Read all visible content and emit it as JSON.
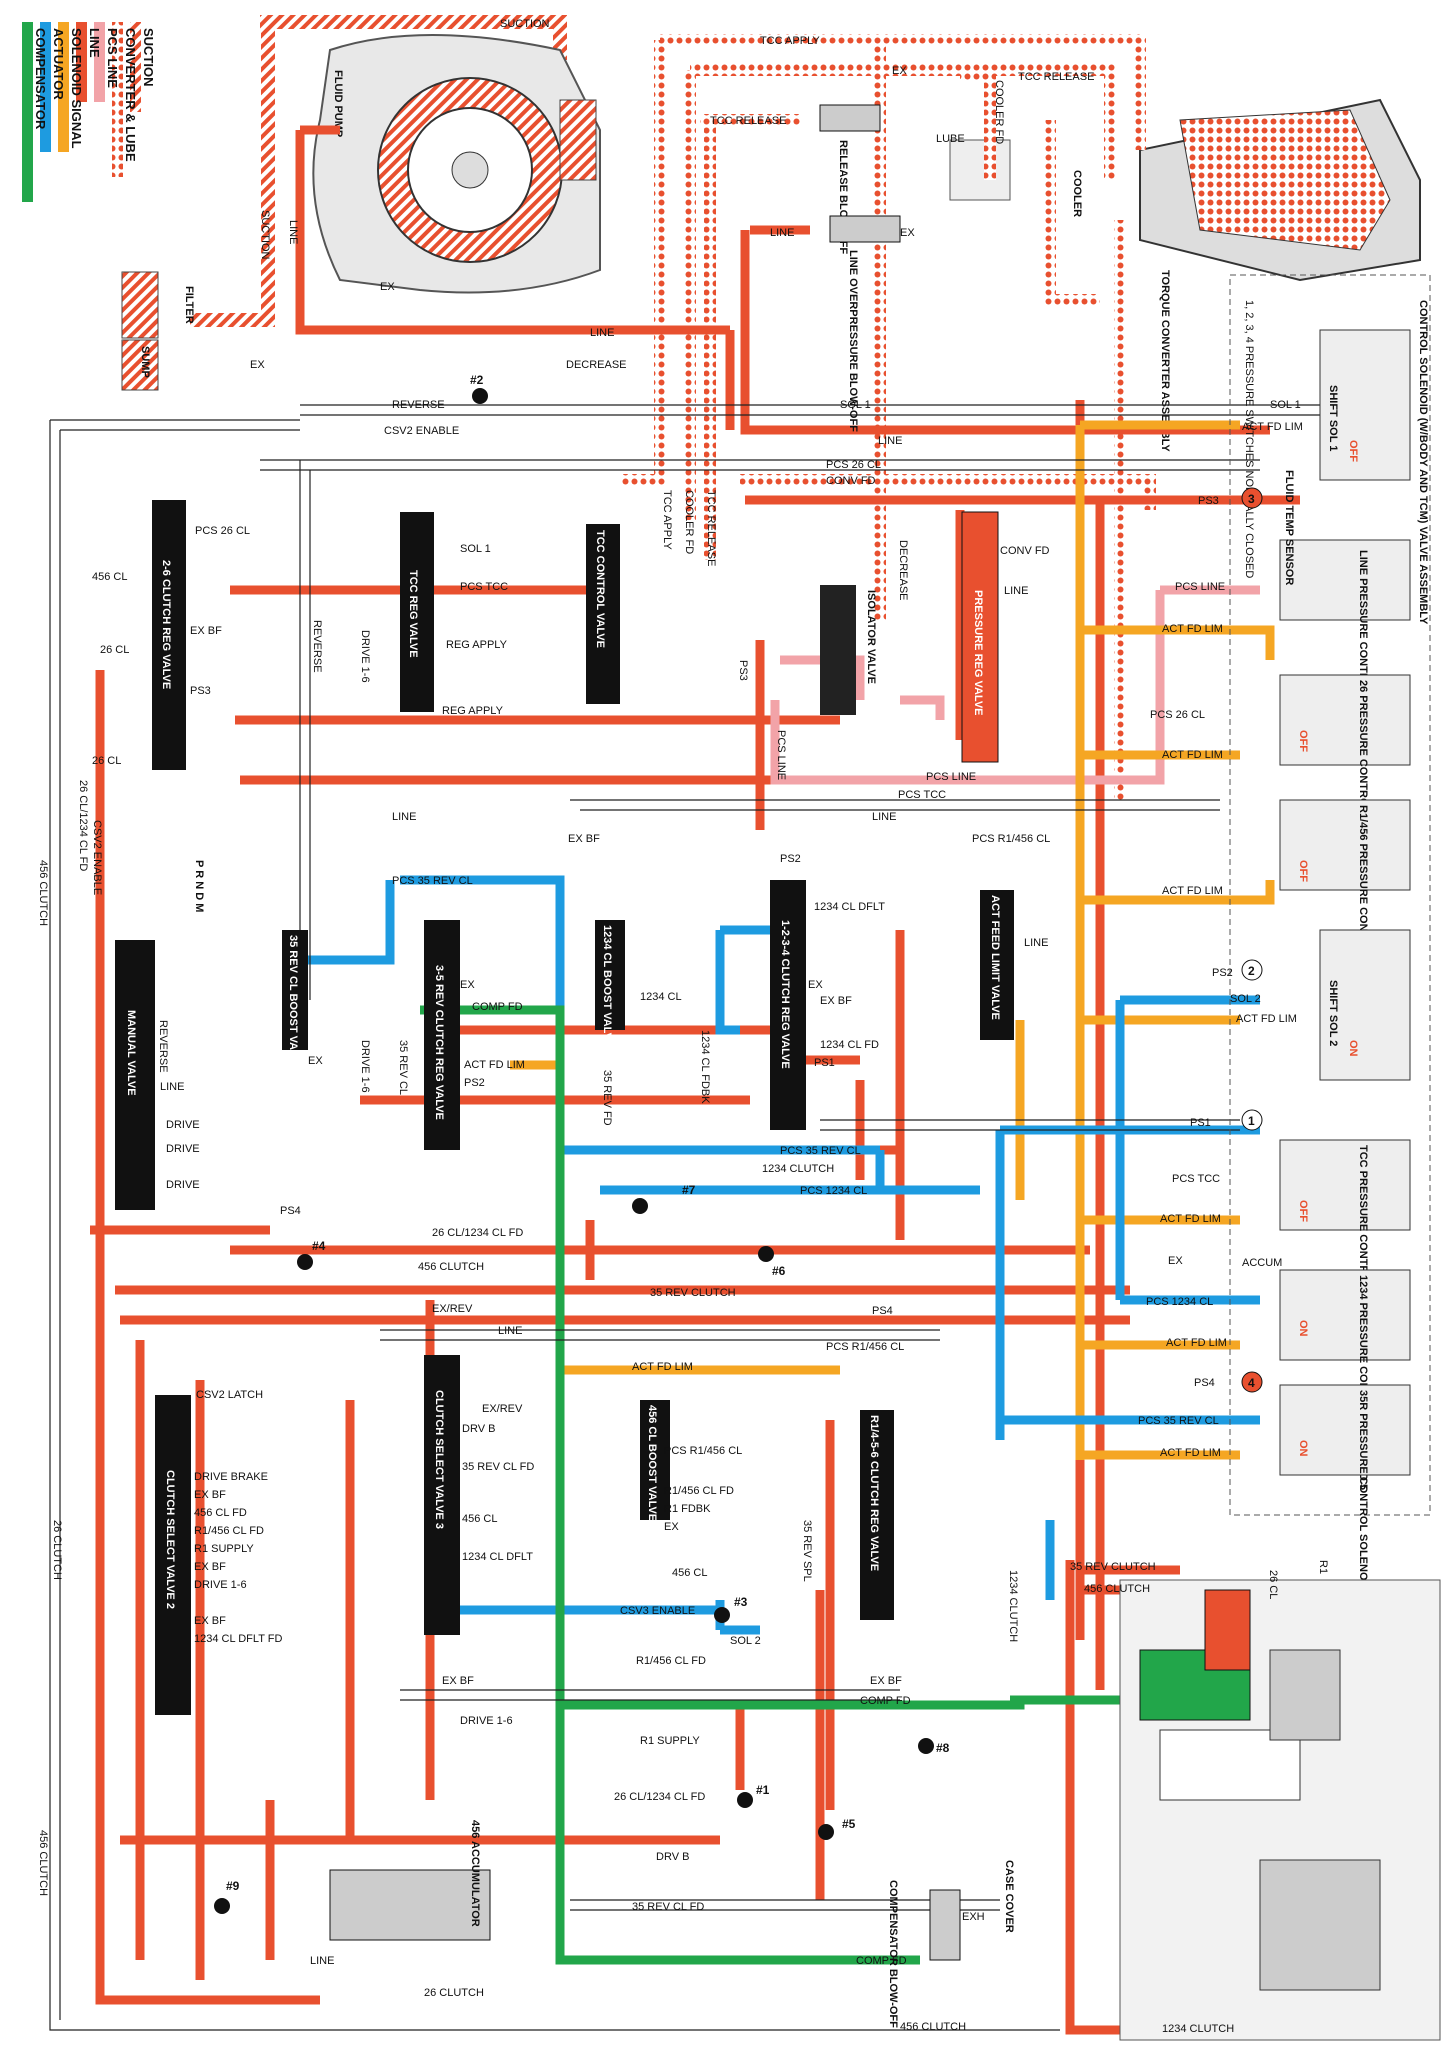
{
  "colors": {
    "suction": "#e8502f",
    "converter_lube": "#e8502f",
    "pcs_line": "#f2a3a8",
    "line": "#e8502f",
    "solenoid_signal": "#f5a623",
    "actuator": "#1e9be0",
    "compensator": "#22a64a",
    "exhaust": "#ffffff",
    "valve": "#111111"
  },
  "legend": [
    {
      "id": "suction",
      "label": "SUCTION",
      "style": "stripe"
    },
    {
      "id": "converter_lube",
      "label": "CONVERTER & LUBE",
      "style": "dots"
    },
    {
      "id": "pcs_line",
      "label": "PCS LINE",
      "style": "solid"
    },
    {
      "id": "line",
      "label": "LINE",
      "style": "solid"
    },
    {
      "id": "solenoid_signal",
      "label": "SOLENOID SIGNAL",
      "style": "solid"
    },
    {
      "id": "actuator",
      "label": "ACTUATOR",
      "style": "solid"
    },
    {
      "id": "compensator",
      "label": "COMPENSATOR",
      "style": "solid"
    }
  ],
  "components": {
    "fluid_pump": "FLUID PUMP",
    "filter": "FILTER",
    "sump": "SUMP",
    "torque_converter": "TORQUE CONVERTER ASSEMBLY",
    "cooler": "COOLER",
    "lube": "LUBE",
    "release_blowoff": "RELEASE BLOW-OFF",
    "line_overpressure": "LINE OVERPRESSURE BLOW-OFF",
    "isolator_valve": "ISOLATOR VALVE",
    "pressure_reg_valve": "PRESSURE REG VALVE",
    "tcc_control_valve": "TCC CONTROL VALVE",
    "tcc_reg_valve": "TCC REG VALVE",
    "clutch_26_reg": "2-6 CLUTCH REG VALVE",
    "manual_valve": "MANUAL VALVE",
    "prndm": "P R N D M",
    "boost_35rev": "35 REV CL BOOST VALVE",
    "rev_clutch_reg": "3-5 REV CLUTCH REG VALVE",
    "boost_1234": "1234 CL BOOST VALVE",
    "clutch_reg_1234": "1-2-3-4 CLUTCH REG VALVE",
    "act_feed_limit": "ACT FEED LIMIT VALVE",
    "clutch_select_3": "CLUTCH SELECT VALVE 3",
    "clutch_select_2": "CLUTCH SELECT VALVE 2",
    "boost_456": "456 CL BOOST VALVE",
    "reg_r1456": "R1/4-5-6 CLUTCH REG VALVE",
    "accum_456": "456 ACCUMULATOR",
    "compensator_blowoff": "COMPENSATOR BLOW-OFF",
    "case_cover": "CASE COVER",
    "fluid_temp": "FLUID TEMP SENSOR",
    "switches_note": "1, 2, 3, 4 PRESSURE SWITCHES NORMALLY CLOSED",
    "control_solenoid": "CONTROL SOLENOID (W/BODY AND TCM) VALVE ASSEMBLY"
  },
  "solenoids": [
    {
      "name": "SHIFT SOL 1",
      "type": "N.C.",
      "state": "OFF"
    },
    {
      "name": "LINE PRESSURE CONTROL SOLENOID",
      "type": "N.H.",
      "state": ""
    },
    {
      "name": "26 PRESSURE CONTROL SOLENOID 4",
      "type": "N.L.",
      "state": "OFF"
    },
    {
      "name": "R1/456 PRESSURE CONTROL SOLENOID 3",
      "type": "N.H.",
      "state": "OFF"
    },
    {
      "name": "SHIFT SOL 2",
      "type": "N.C.",
      "state": "ON"
    },
    {
      "name": "TCC PRESSURE CONTROL SOLENOID",
      "type": "N.L.",
      "state": "OFF"
    },
    {
      "name": "1234 PRESSURE CONTROL SOLENOID 5",
      "type": "N.L.",
      "state": "ON"
    },
    {
      "name": "35R PRESSURE CONTROL SOLENOID 2",
      "type": "N.H.",
      "state": "ON"
    }
  ],
  "labels": {
    "suction": "SUCTION",
    "suction2": "SUCTION",
    "line": "LINE",
    "ex": "EX",
    "decrease": "DECREASE",
    "tcc_apply": "TCC APPLY",
    "tcc_release": "TCC RELEASE",
    "cooler_fd": "COOLER FD",
    "reverse": "REVERSE",
    "csv2_enable": "CSV2 ENABLE",
    "sol1": "SOL 1",
    "pcs26cl": "PCS 26 CL",
    "conv_fd": "CONV FD",
    "ps3": "PS3",
    "act_fd_lim": "ACT FD LIM",
    "pcs_line": "PCS LINE",
    "cl456": "456 CL",
    "cl26": "26 CL",
    "ex_bf": "EX BF",
    "reg_apply": "REG APPLY",
    "drive16": "DRIVE 1-6",
    "pcs_tcc": "PCS TCC",
    "pcs_r1456": "PCS R1/456 CL",
    "ps2": "PS2",
    "cl1234_dflt": "1234 CL DFLT",
    "pcs35rev": "PCS 35 REV CL",
    "cl1234": "1234 CL",
    "comp_fd": "COMP FD",
    "cl35rev": "35 REV CL",
    "cl35rev_fd": "35 REV FD",
    "cl1234_fdbk": "1234 CL FDBK",
    "cl1234_fd": "1234 CL FD",
    "ps1": "PS1",
    "sol2": "SOL 2",
    "clutch1234": "1234 CLUTCH",
    "pcs1234": "PCS 1234 CL",
    "ps4": "PS4",
    "cl26_1234": "26 CL/1234 CL FD",
    "clutch456": "456 CLUTCH",
    "clutch35rev": "35 REV CLUTCH",
    "ex_rev": "EX/REV",
    "csv2_latch": "CSV2 LATCH",
    "drv_b": "DRV B",
    "cl35rev_fd2": "35 REV CL FD",
    "drive_brake": "DRIVE BRAKE",
    "cl456_fd": "456 CL FD",
    "r1456_fd": "R1/456 CL FD",
    "r1_supply": "R1 SUPPLY",
    "cl1234dflt_fd": "1234 CL DFLT FD",
    "csv3_enable": "CSV3 ENABLE",
    "r1456cl_fd": "R1/456 CL FD",
    "r1_fdbk": "R1 FDBK",
    "clutch26": "26 CLUTCH",
    "drive": "DRIVE",
    "exh": "EXH",
    "r1": "R1",
    "cl35rev_spl": "35 REV SPL",
    "accum": "ACCUM"
  },
  "check_balls": [
    "#1",
    "#2",
    "#3",
    "#4",
    "#5",
    "#6",
    "#7",
    "#8",
    "#9"
  ],
  "pressure_switches": [
    "1",
    "2",
    "3",
    "4"
  ]
}
